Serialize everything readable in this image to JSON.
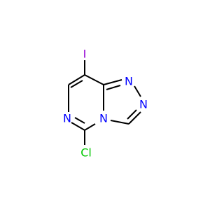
{
  "molecule": {
    "atoms": {
      "iodine": {
        "symbol": "I",
        "color": "#9400D3"
      },
      "chlorine": {
        "symbol": "Cl",
        "color": "#00C800"
      },
      "n_pyrimidine": {
        "symbol": "N",
        "color": "#0000FF"
      },
      "n_bridgehead": {
        "symbol": "N",
        "color": "#0000FF"
      },
      "n_triazole_top": {
        "symbol": "N",
        "color": "#0000FF"
      },
      "n_triazole_right": {
        "symbol": "N",
        "color": "#0000FF"
      }
    },
    "bond_color": "#000000"
  }
}
